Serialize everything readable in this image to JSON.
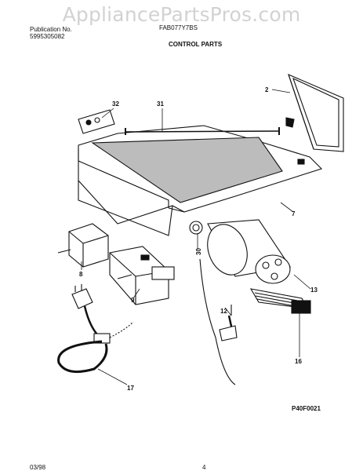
{
  "watermark": "AppliancePartsPros.com",
  "header": {
    "publication_label": "Publication No.",
    "publication_number": "5995305082",
    "model": "FAB077Y7BS",
    "section_title": "CONTROL PARTS"
  },
  "callouts": {
    "c2": "2",
    "c32": "32",
    "c31": "31",
    "c7": "7",
    "c30": "30",
    "c8": "8",
    "c9": "9",
    "c13": "13",
    "c12": "12",
    "c16": "16",
    "c17": "17"
  },
  "drawing_code": "P40F0021",
  "footer": {
    "date": "03/98",
    "page": "4"
  }
}
